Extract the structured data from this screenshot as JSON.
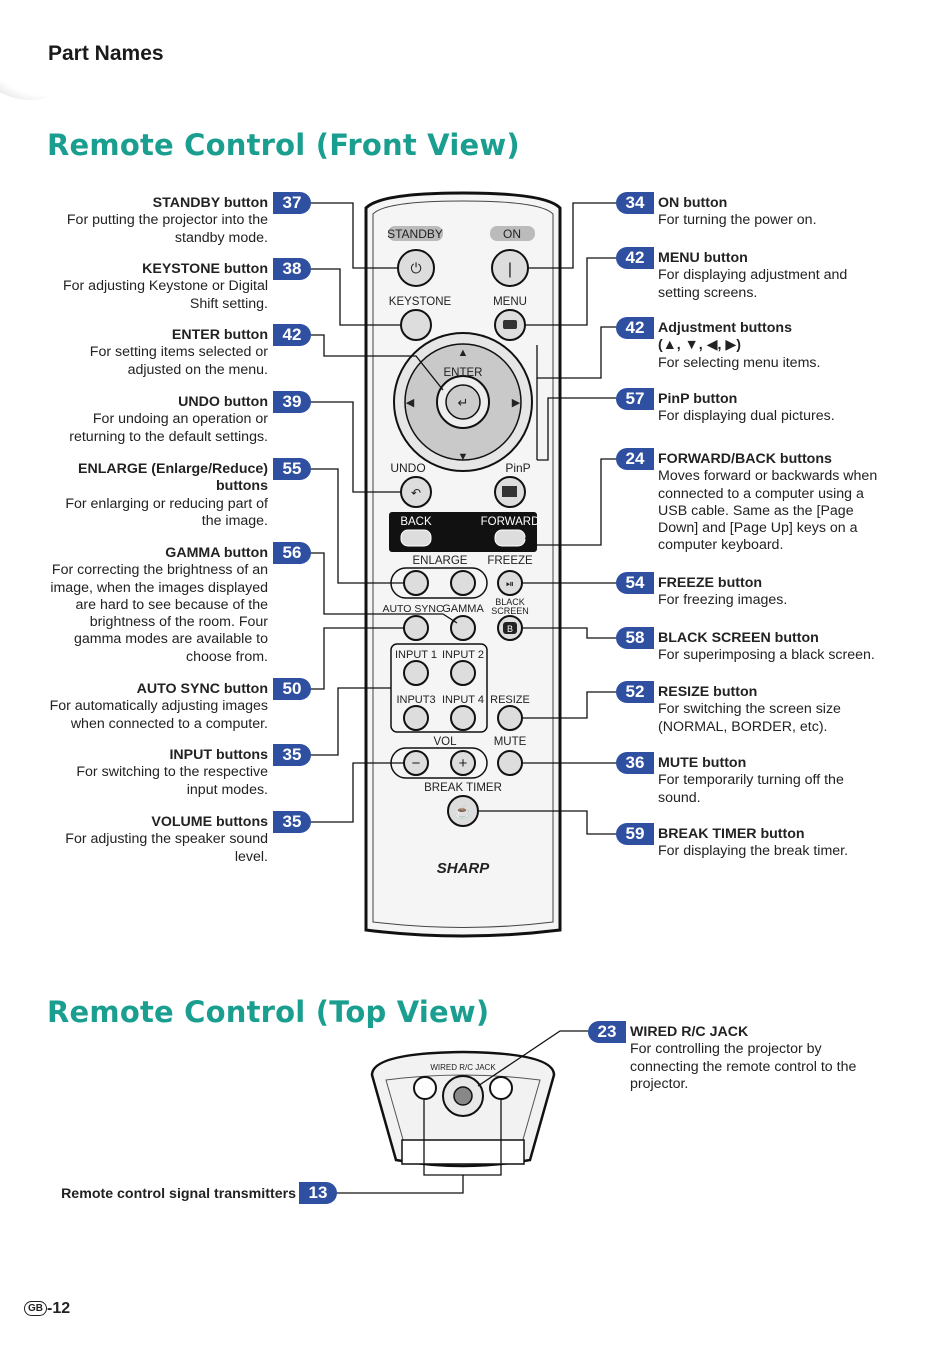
{
  "header": {
    "section": "Part Names"
  },
  "titles": {
    "front": "Remote Control (Front View)",
    "top": "Remote Control (Top View)"
  },
  "colors": {
    "title": "#1a9e8f",
    "badge": "#2f4fa0"
  },
  "left_labels": [
    {
      "num": "37",
      "title": "STANDBY button",
      "desc": "For putting the projector into the standby mode."
    },
    {
      "num": "38",
      "title": "KEYSTONE button",
      "desc": "For adjusting Keystone or Digital Shift setting."
    },
    {
      "num": "42",
      "title": "ENTER button",
      "desc": "For setting items selected or adjusted on the menu."
    },
    {
      "num": "39",
      "title": "UNDO button",
      "desc": "For undoing an operation or returning to the default settings."
    },
    {
      "num": "55",
      "title": "ENLARGE (Enlarge/Reduce) buttons",
      "desc": "For enlarging or reducing part of the image."
    },
    {
      "num": "56",
      "title": "GAMMA button",
      "desc": "For correcting the brightness of an image, when the images displayed are hard to see because of the brightness of the room. Four gamma modes are available to choose from."
    },
    {
      "num": "50",
      "title": "AUTO SYNC button",
      "desc": "For automatically adjusting images when connected to a computer."
    },
    {
      "num": "35",
      "title": "INPUT buttons",
      "desc": "For switching to the respective input modes."
    },
    {
      "num": "35",
      "title": "VOLUME buttons",
      "desc": "For adjusting the speaker sound level."
    }
  ],
  "right_labels": [
    {
      "num": "34",
      "title": "ON button",
      "desc": "For turning the power on."
    },
    {
      "num": "42",
      "title": "MENU button",
      "desc": "For displaying adjustment and setting screens."
    },
    {
      "num": "42",
      "title": "Adjustment buttons",
      "title2": "(▲, ▼, ◀, ▶)",
      "desc": "For selecting menu items."
    },
    {
      "num": "57",
      "title": "PinP button",
      "desc": "For displaying dual pictures."
    },
    {
      "num": "24",
      "title": "FORWARD/BACK buttons",
      "desc": "Moves forward or backwards when connected to a computer using a USB cable. Same as the [Page Down] and [Page Up] keys on a computer keyboard."
    },
    {
      "num": "54",
      "title": "FREEZE button",
      "desc": "For freezing images."
    },
    {
      "num": "58",
      "title": "BLACK SCREEN button",
      "desc": "For superimposing a black screen."
    },
    {
      "num": "52",
      "title": "RESIZE button",
      "desc": "For switching the screen size (NORMAL, BORDER, etc)."
    },
    {
      "num": "36",
      "title": "MUTE button",
      "desc": "For temporarily turning off the sound."
    },
    {
      "num": "59",
      "title": "BREAK TIMER button",
      "desc": "For displaying the break timer."
    }
  ],
  "top_view": {
    "jack": {
      "num": "23",
      "title": "WIRED R/C JACK",
      "desc": "For controlling the projector by connecting the remote control to the projector."
    },
    "transmitters": {
      "num": "13",
      "title": "Remote control signal transmitters"
    },
    "jack_print": "WIRED R/C JACK"
  },
  "remote": {
    "standby": "STANDBY",
    "on": "ON",
    "keystone": "KEYSTONE",
    "menu": "MENU",
    "enter": "ENTER",
    "undo": "UNDO",
    "pinp": "PinP",
    "back": "BACK",
    "forward": "FORWARD",
    "enlarge": "ENLARGE",
    "freeze": "FREEZE",
    "auto_sync": "AUTO SYNC",
    "gamma": "GAMMA",
    "black": "BLACK",
    "screen": "SCREEN",
    "input1": "INPUT 1",
    "input2": "INPUT 2",
    "input3": "INPUT3",
    "input4": "INPUT 4",
    "resize": "RESIZE",
    "vol": "VOL",
    "mute": "MUTE",
    "break_timer": "BREAK TIMER",
    "brand": "SHARP"
  },
  "footer": {
    "lang": "GB",
    "page": "-12"
  }
}
